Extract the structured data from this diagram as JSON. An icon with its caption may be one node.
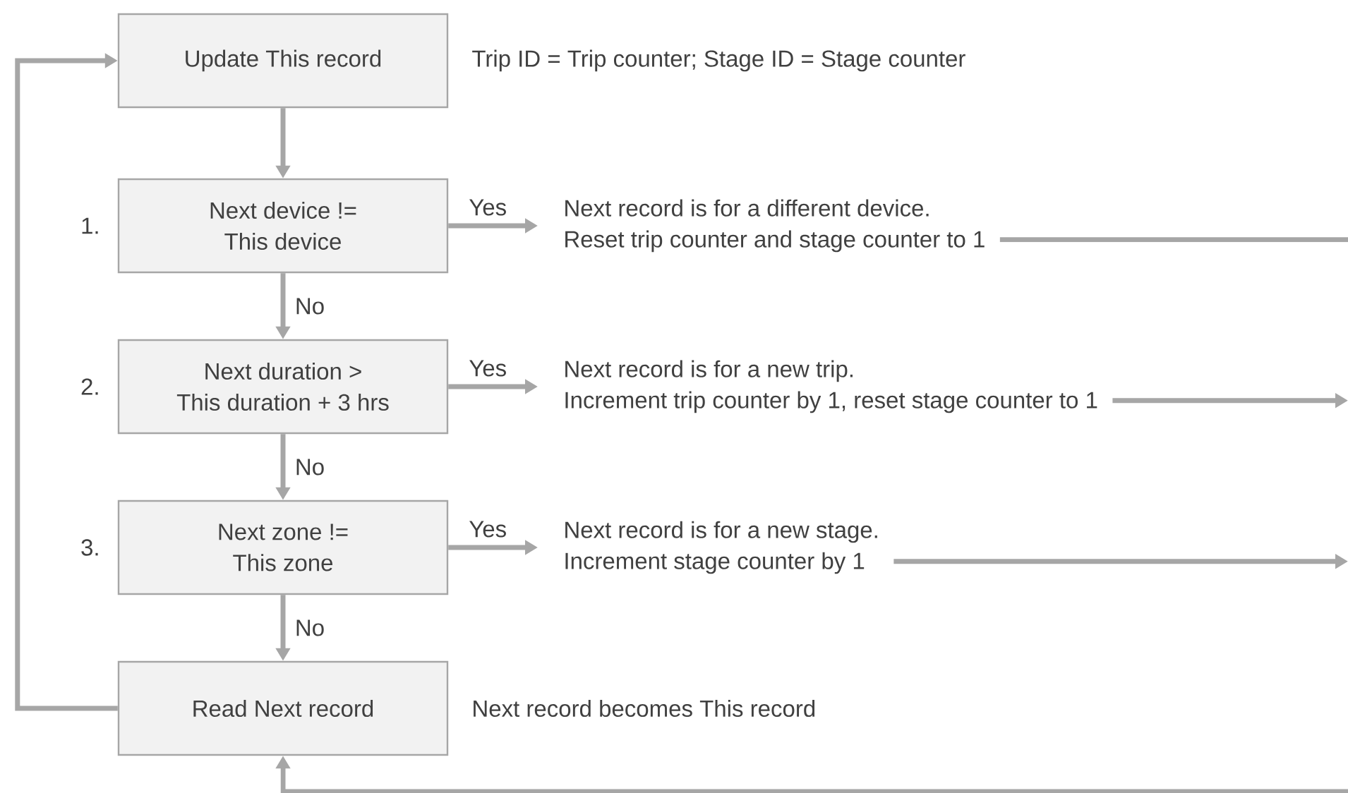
{
  "diagram": {
    "nodes": [
      {
        "text": [
          "Update This record"
        ],
        "beside": [
          "Trip ID = Trip counter; Stage ID = Stage counter"
        ]
      },
      {
        "text": [
          "Next device !=",
          "This device"
        ],
        "beside": [
          "1."
        ]
      },
      {
        "text": [
          "Next record is for a different device.",
          "Reset trip counter and stage counter to 1"
        ]
      },
      {
        "text": [
          "Next duration >",
          "This duration + 3 hrs"
        ],
        "beside": [
          "2."
        ]
      },
      {
        "text": [
          "Next record is for a new trip.",
          "Increment trip counter by 1, reset stage counter to 1"
        ]
      },
      {
        "text": [
          "Next zone !=",
          "This zone"
        ],
        "beside": [
          "3."
        ]
      },
      {
        "text": [
          "Next record is for a new stage.",
          "Increment stage counter by 1"
        ]
      },
      {
        "text": [
          "Read Next record"
        ],
        "beside": [
          "Next record becomes This record"
        ]
      }
    ],
    "edges": [
      {
        "from": 0,
        "to": 1,
        "arrow": "to"
      },
      {
        "from": 1,
        "to": 2,
        "arrow": "to",
        "label": "Yes"
      },
      {
        "from": 1,
        "to": 3,
        "arrow": "to",
        "label": "No"
      },
      {
        "from": 3,
        "to": 4,
        "arrow": "to",
        "label": "Yes"
      },
      {
        "from": 3,
        "to": 5,
        "arrow": "to",
        "label": "No"
      },
      {
        "from": 5,
        "to": 6,
        "arrow": "to",
        "label": "Yes"
      },
      {
        "from": 5,
        "to": 7,
        "arrow": "to",
        "label": "No"
      },
      {
        "from": 7,
        "to": 0,
        "arrow": "to"
      },
      {
        "from": 2,
        "to": null,
        "arrow": "none"
      },
      {
        "from": 4,
        "to": null,
        "arrow": "to"
      },
      {
        "from": 6,
        "to": null,
        "arrow": "to"
      },
      {
        "from": null,
        "to": 7,
        "arrow": "to"
      }
    ]
  }
}
